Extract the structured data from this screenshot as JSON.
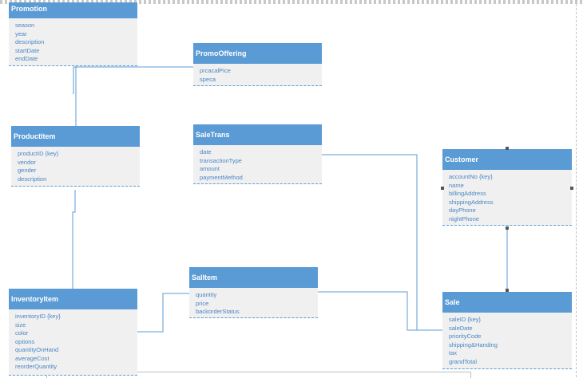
{
  "entities": {
    "promotion": {
      "name": "Promotion",
      "attributes": [
        "season",
        "year",
        "description",
        "startDate",
        "endDate"
      ]
    },
    "promo_offering": {
      "name": "PromoOffering",
      "attributes": [
        "prcacalPice",
        "speca"
      ]
    },
    "product_item": {
      "name": "ProductItem",
      "attributes": [
        "productID {key}",
        "vendor",
        "gender",
        "description"
      ]
    },
    "sale_trans": {
      "name": "SaleTrans",
      "attributes": [
        "date",
        "transactionType",
        "amount",
        "paymentMethod"
      ]
    },
    "customer": {
      "name": "Customer",
      "attributes": [
        "accountNo {key}",
        "name",
        "billingAddress",
        "shippingAddress",
        "dayPhone",
        "nightPhone"
      ]
    },
    "sal_item": {
      "name": "SalItem",
      "attributes": [
        "quantity",
        "price",
        "backorderStatus"
      ]
    },
    "inventory_item": {
      "name": "InventoryItem",
      "attributes": [
        "inventoryID {key}",
        "size",
        "color",
        "options",
        "quantityOnHand",
        "averageCost",
        "reorderQuantity"
      ]
    },
    "sale": {
      "name": "Sale",
      "attributes": [
        "saleID {key}",
        "saleDate",
        "priorityCode",
        "shipping&Handing",
        "tax",
        "grandTotal"
      ]
    }
  },
  "colors": {
    "header": "#5b9bd5",
    "attribute_text": "#4a86c5",
    "box_fill": "#f0f0f0",
    "connector": "#5b9bd5",
    "handle": "#555555"
  }
}
